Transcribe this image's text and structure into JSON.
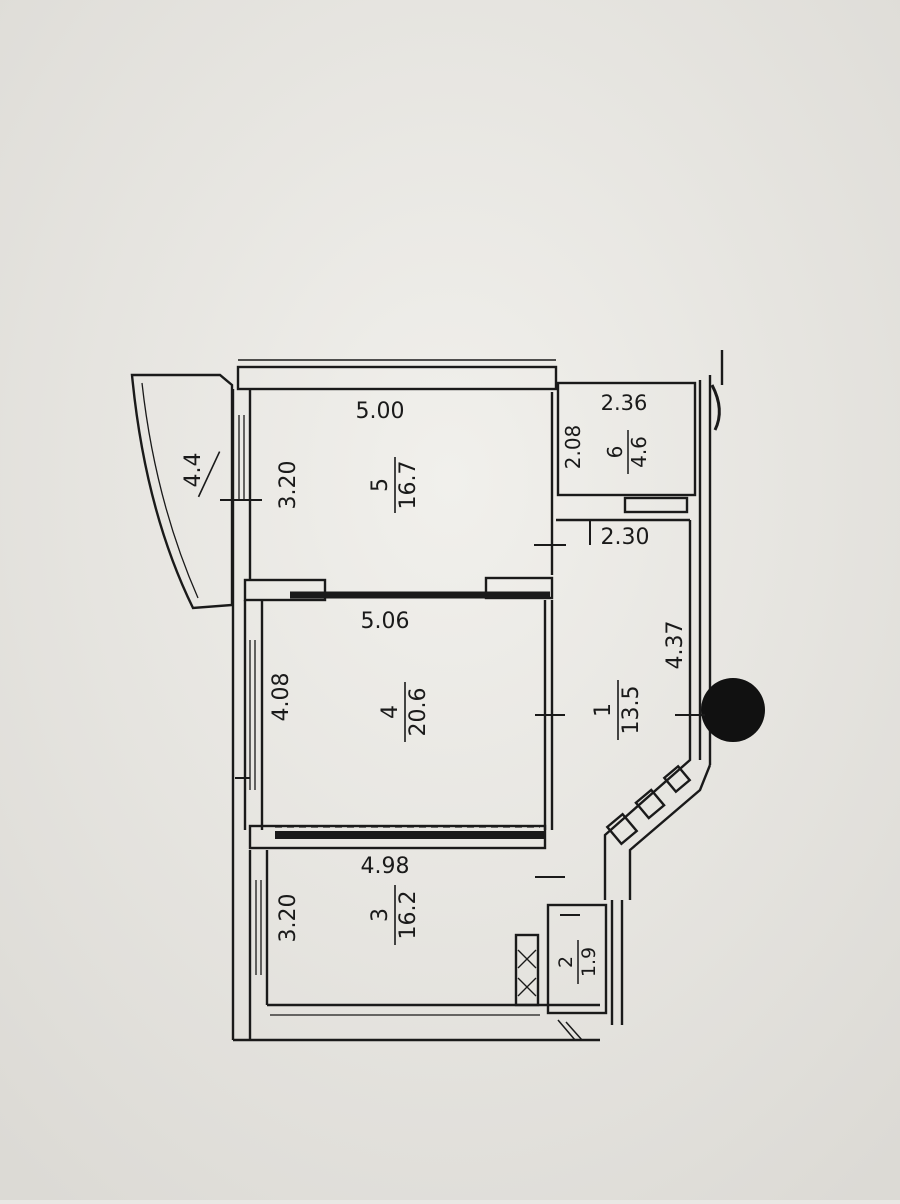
{
  "plan": {
    "balcony": {
      "area": "4.4"
    },
    "room5": {
      "number": "5",
      "area": "16.7",
      "width": "5.00",
      "depth": "3.20"
    },
    "room6": {
      "number": "6",
      "area": "4.6",
      "width": "2.36",
      "depth": "2.08"
    },
    "room4": {
      "number": "4",
      "area": "20.6",
      "width": "5.06",
      "depth": "4.08"
    },
    "room1": {
      "number": "1",
      "area": "13.5",
      "width": "2.30",
      "depth": "4.37"
    },
    "room3": {
      "number": "3",
      "area": "16.2",
      "width": "4.98",
      "depth": "3.20"
    },
    "room2": {
      "number": "2",
      "area": "1.9"
    }
  },
  "colors": {
    "paper": "#e9e8e4",
    "ink": "#1a1a1a"
  }
}
